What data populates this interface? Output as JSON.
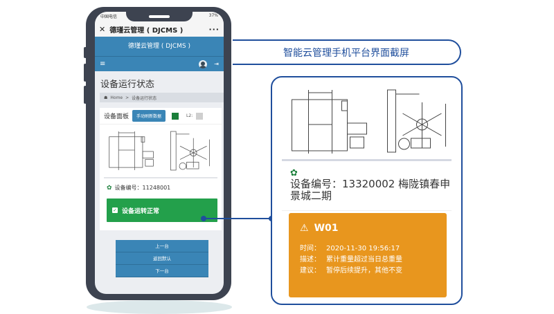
{
  "banner": {
    "title": "智能云管理手机平台界面截屏"
  },
  "phone": {
    "status_bar": {
      "carrier": "中国电信",
      "battery": "37%"
    },
    "wechat_bar": {
      "close": "✕",
      "title": "德瑾云管理 ( DJCMS )",
      "more": "···"
    },
    "app_header": {
      "title": "德瑾云管理 ( DJCMS )"
    },
    "nav": {
      "menu_icon": "≡",
      "avatar_icon": "user-avatar",
      "logout_icon": "⇥"
    },
    "page_title": "设备运行状态",
    "breadcrumb": {
      "home_icon": "☗",
      "home": "Home",
      "sep": ">",
      "current": "设备运行状态"
    },
    "panel": {
      "label": "设备面板",
      "refresh_button": "手动刷新数据",
      "l1_color": "#1a7f3a",
      "l2_label": "L2:",
      "l2_color": "#cfcfcf"
    },
    "device": {
      "id_label": "设备编号：11248001"
    },
    "status": {
      "text": "设备运转正常",
      "color": "#23a04b"
    },
    "nav_buttons": {
      "prev": "上一台",
      "reset": "返回默认",
      "next": "下一台"
    }
  },
  "detail": {
    "device_id_text": "设备编号：13320002 梅陇镇春申景城二期",
    "warning": {
      "code": "W01",
      "time_label": "时间：",
      "time_value": "2020-11-30 19:56:17",
      "desc_label": "描述：",
      "desc_value": "累计重量超过当日总重量",
      "advice_label": "建议：",
      "advice_value": "暂停后续提升，其他不变",
      "color": "#e8961e"
    }
  },
  "colors": {
    "brand_blue": "#3a85b6",
    "accent_navy": "#1f4e9c"
  }
}
